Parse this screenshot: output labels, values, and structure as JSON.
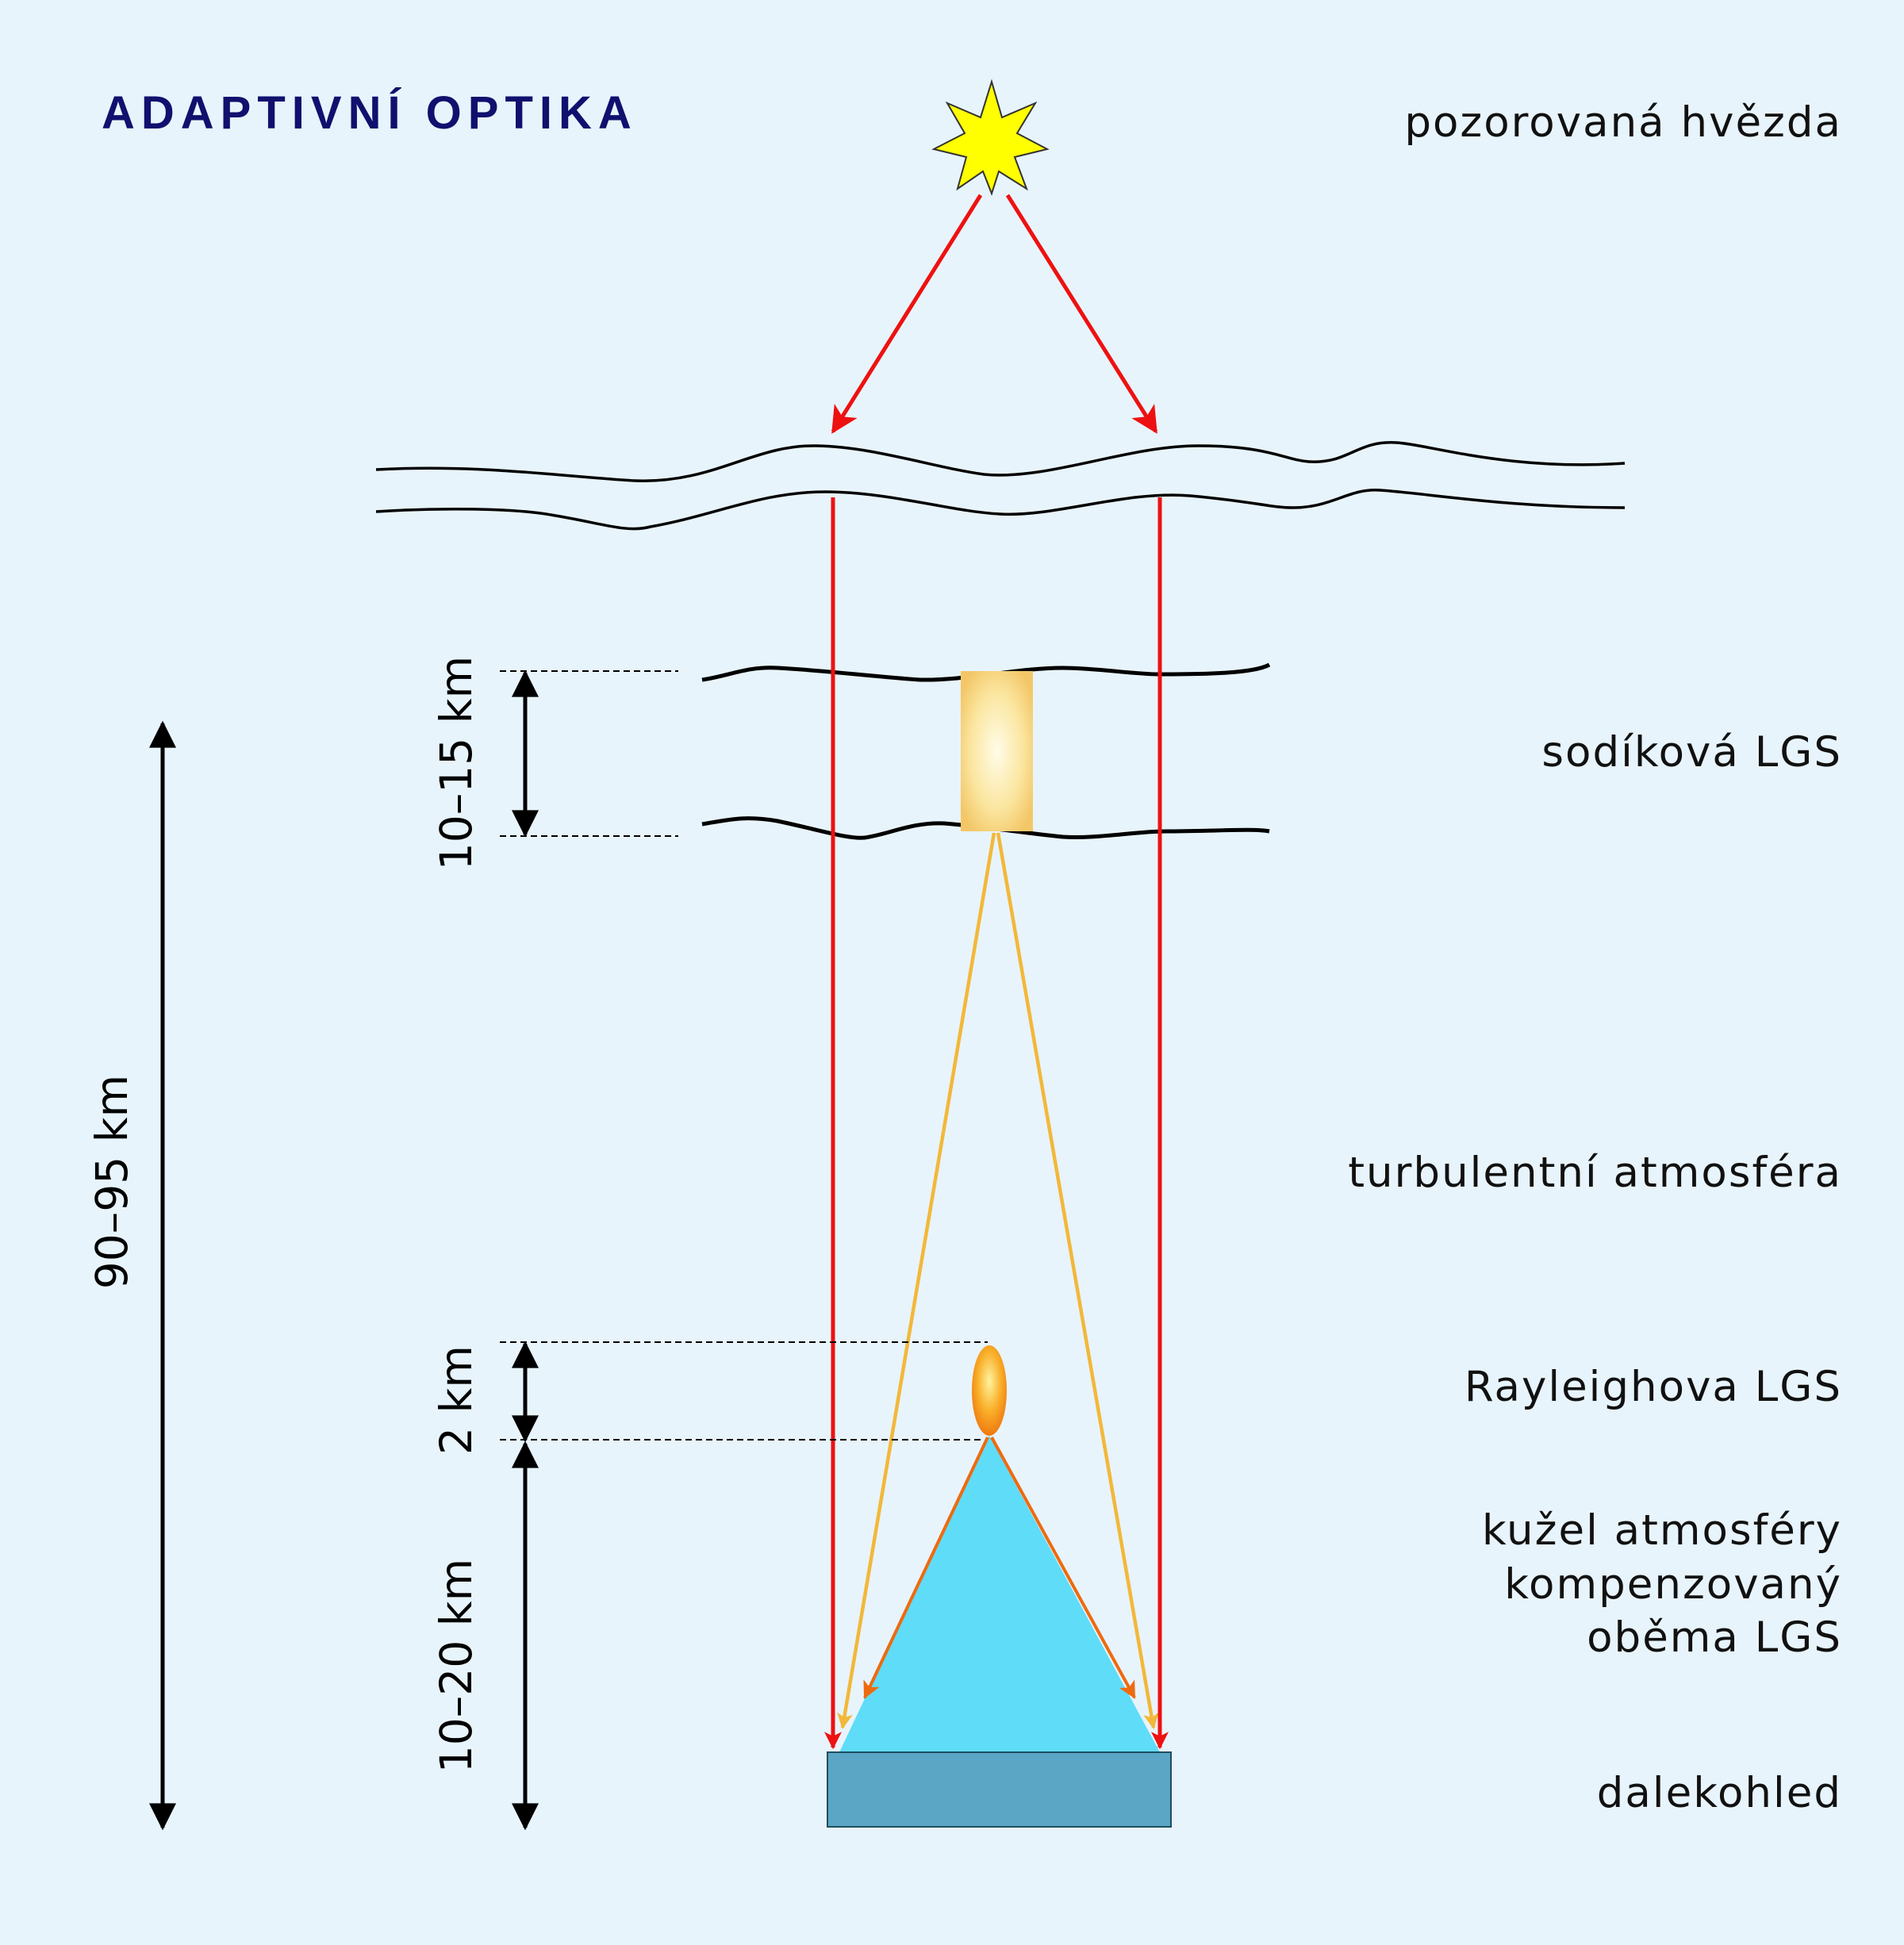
{
  "title": "ADAPTIVNÍ OPTIKA",
  "labels": {
    "star": "pozorovaná hvězda",
    "sodium": "sodíková LGS",
    "turbulent": "turbulentní atmosféra",
    "rayleigh": "Rayleighova LGS",
    "cone_line1": "kužel atmosféry",
    "cone_line2": "kompenzovaný",
    "cone_line3": "oběma LGS",
    "telescope": "dalekohled"
  },
  "dimensions": {
    "total": "90–95 km",
    "sodium_layer": "10–15 km",
    "rayleigh_extent": "2 km",
    "rayleigh_height": "10–20 km"
  },
  "colors": {
    "background": "#e8f4fb",
    "title": "#10106e",
    "star_light": "#ee1111",
    "sodium_light": "#f2b83a",
    "rayleigh_light": "#ee6a10",
    "cone": "#5fdcf8",
    "telescope": "#5aa6c4",
    "star_fill": "#ffff00"
  }
}
